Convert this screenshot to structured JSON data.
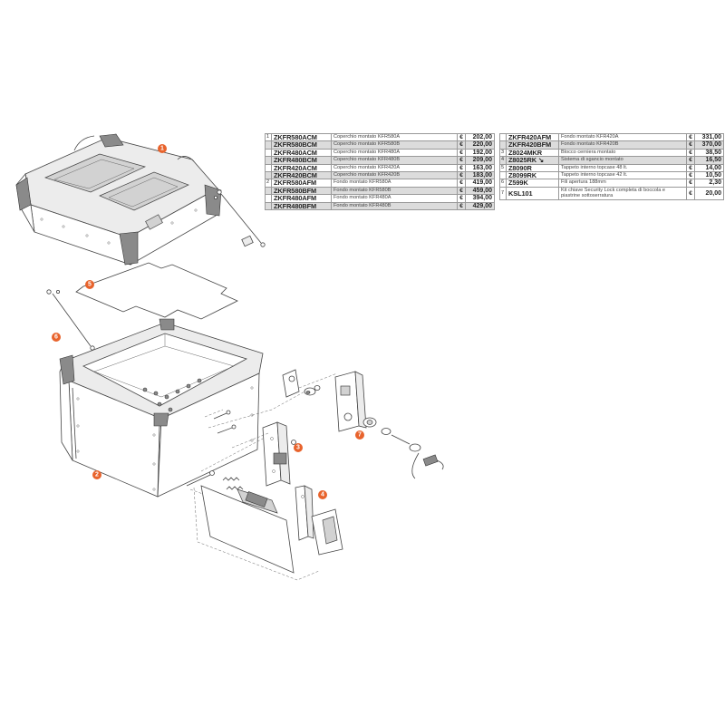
{
  "callouts": [
    {
      "id": "callout-1",
      "label": "1"
    },
    {
      "id": "callout-2",
      "label": "2"
    },
    {
      "id": "callout-3",
      "label": "3"
    },
    {
      "id": "callout-4",
      "label": "4"
    },
    {
      "id": "callout-5",
      "label": "5"
    },
    {
      "id": "callout-6",
      "label": "6"
    },
    {
      "id": "callout-7",
      "label": "7"
    }
  ],
  "currency": "€",
  "colors": {
    "callout": "#e8632c",
    "shade": "#dcdcdc"
  },
  "table_left": [
    {
      "num": "1",
      "code": "ZKFR580ACM",
      "desc": "Coperchio montato KFR580A",
      "price": "202,00",
      "shade": false
    },
    {
      "num": "",
      "code": "ZKFR580BCM",
      "desc": "Coperchio montato KFR580B",
      "price": "220,00",
      "shade": true
    },
    {
      "num": "",
      "code": "ZKFR480ACM",
      "desc": "Coperchio montato KFR480A",
      "price": "192,00",
      "shade": false
    },
    {
      "num": "",
      "code": "ZKFR480BCM",
      "desc": "Coperchio montato KFR480B",
      "price": "209,00",
      "shade": true
    },
    {
      "num": "",
      "code": "ZKFR420ACM",
      "desc": "Coperchio montato KFR420A",
      "price": "163,00",
      "shade": false
    },
    {
      "num": "",
      "code": "ZKFR420BCM",
      "desc": "Coperchio montato KFR420B",
      "price": "183,00",
      "shade": true
    },
    {
      "num": "2",
      "code": "ZKFR580AFM",
      "desc": "Fondo montato KFR580A",
      "price": "419,00",
      "shade": false
    },
    {
      "num": "",
      "code": "ZKFR580BFM",
      "desc": "Fondo montato KFR580B",
      "price": "459,00",
      "shade": true
    },
    {
      "num": "",
      "code": "ZKFR480AFM",
      "desc": "Fondo montato KFR480A",
      "price": "394,00",
      "shade": false
    },
    {
      "num": "",
      "code": "ZKFR480BFM",
      "desc": "Fondo montato KFR480B",
      "price": "429,00",
      "shade": true
    }
  ],
  "table_right": [
    {
      "num": "",
      "code": "ZKFR420AFM",
      "desc": "Fondo montato KFR420A",
      "price": "331,00",
      "shade": false
    },
    {
      "num": "",
      "code": "ZKFR420BFM",
      "desc": "Fondo montato KFR420B",
      "price": "370,00",
      "shade": true
    },
    {
      "num": "3",
      "code": "Z8024MKR",
      "desc": "Blocco cerniera montato",
      "price": "38,50",
      "shade": false
    },
    {
      "num": "4",
      "code": "Z8025RK ↘",
      "desc": "Sistema di sgancio montato",
      "price": "16,50",
      "shade": true
    },
    {
      "num": "5",
      "code": "Z8090R",
      "desc": "Tappeto interno topcase 48 lt.",
      "price": "14,00",
      "shade": false
    },
    {
      "num": "",
      "code": "Z8099RK",
      "desc": "Tappeto interno topcase 42 lt.",
      "price": "10,50",
      "shade": false
    },
    {
      "num": "6",
      "code": "Z599K",
      "desc": "Fili apertura 188mm",
      "price": "2,30",
      "shade": false
    },
    {
      "num": "7",
      "code": "KSL101",
      "desc": "Kit chiave Security Lock completa di boccola e piastrine sottoserratura",
      "price": "20,00",
      "shade": false,
      "tall": true
    }
  ]
}
